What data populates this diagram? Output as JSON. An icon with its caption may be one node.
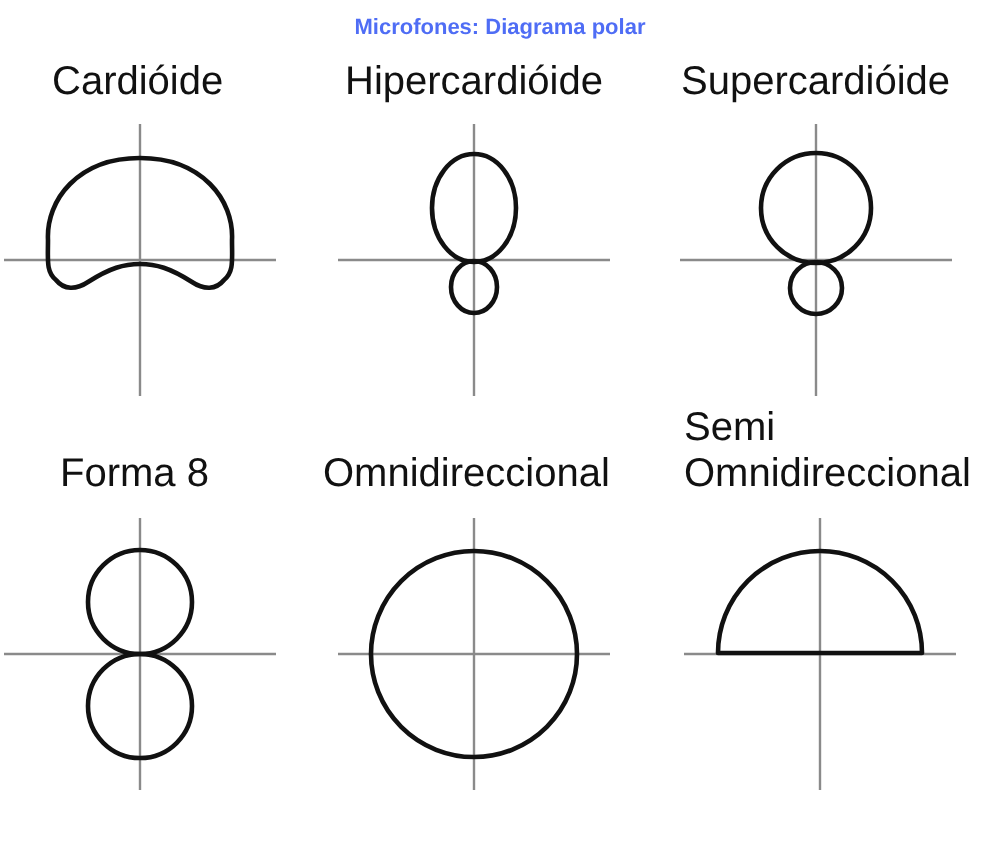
{
  "diagram": {
    "title": "Microfones: Diagrama polar",
    "labels": [
      "Cardióide",
      "Hipercardióide",
      "Supercardióide",
      "Forma 8",
      "Omnidireccional",
      "Semi Omnidireccional"
    ]
  }
}
